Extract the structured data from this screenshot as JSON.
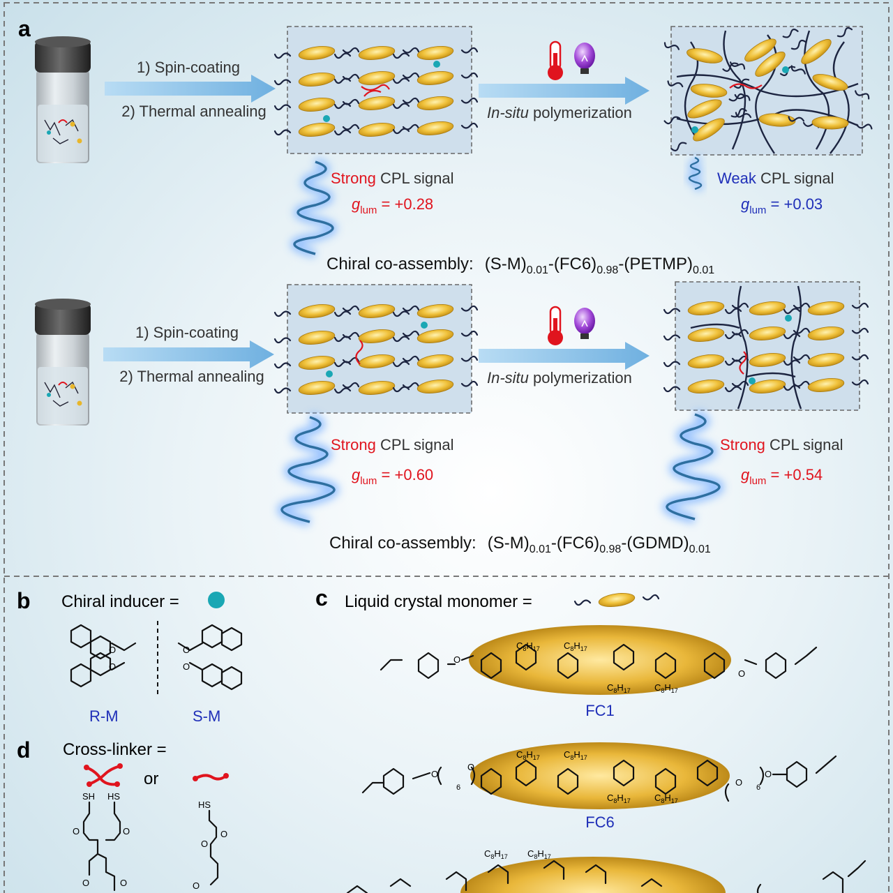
{
  "panels": {
    "a": "a",
    "b": "b",
    "c": "c",
    "d": "d"
  },
  "row1": {
    "step1": "1) Spin-coating",
    "step2": "2) Thermal annealing",
    "polymerization_italic": "In-situ",
    "polymerization_rest": " polymerization",
    "left_cpl_word": "Strong",
    "left_cpl_rest": " CPL signal",
    "left_g": "g",
    "left_g_sub": "lum",
    "left_g_value": " = +0.28",
    "right_cpl_word": "Weak",
    "right_cpl_rest": " CPL signal",
    "right_g": "g",
    "right_g_sub": "lum",
    "right_g_value": " = +0.03",
    "assembly_label": "Chiral co-assembly:",
    "assembly_parts": [
      "(S-M)",
      "0.01",
      "-(FC6)",
      "0.98",
      "-(PETMP)",
      "0.01"
    ]
  },
  "row2": {
    "step1": "1) Spin-coating",
    "step2": "2) Thermal annealing",
    "polymerization_italic": "In-situ",
    "polymerization_rest": " polymerization",
    "left_cpl_word": "Strong",
    "left_cpl_rest": " CPL signal",
    "left_g": "g",
    "left_g_sub": "lum",
    "left_g_value": " = +0.60",
    "right_cpl_word": "Strong",
    "right_cpl_rest": " CPL signal",
    "right_g": "g",
    "right_g_sub": "lum",
    "right_g_value": " = +0.54",
    "assembly_label": "Chiral co-assembly:",
    "assembly_parts": [
      "(S-M)",
      "0.01",
      "-(FC6)",
      "0.98",
      "-(GDMD)",
      "0.01"
    ]
  },
  "panel_b": {
    "title": "Chiral inducer =",
    "left_name": "R-M",
    "right_name": "S-M"
  },
  "panel_c": {
    "title": "Liquid crystal monomer =",
    "fc1": "FC1",
    "fc6": "FC6",
    "c8h17": "C",
    "c8_sub": "8",
    "h": "H",
    "h_sub": "17",
    "six": "6"
  },
  "panel_d": {
    "title": "Cross-linker =",
    "or": "or",
    "sh": "SH",
    "hs": "HS",
    "o": "O"
  },
  "colors": {
    "mesogen": "#e8b62a",
    "arrow": "#8fc2e6",
    "strong": "#e0141e",
    "weak": "#1f2fb8",
    "chiral_dot": "#1aa7b4",
    "chain": "#1c2440",
    "crosslinker": "#e0141e"
  }
}
